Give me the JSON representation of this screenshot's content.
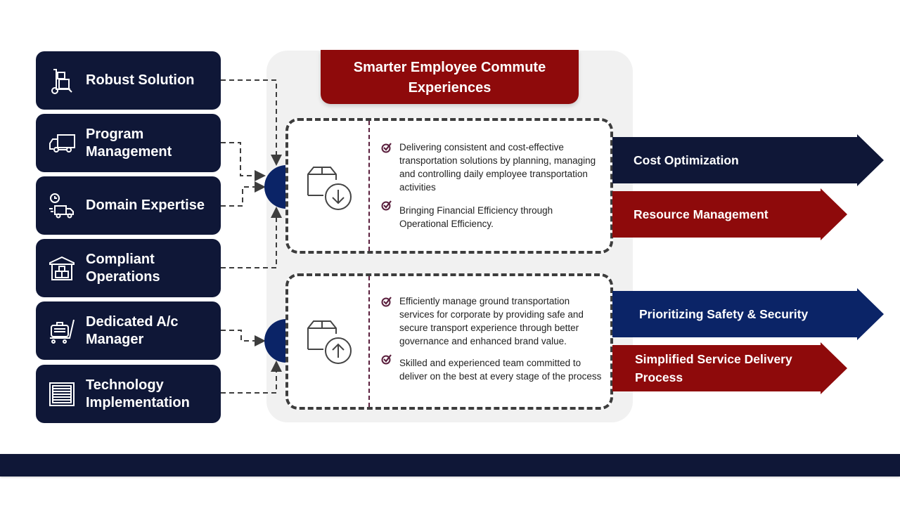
{
  "header": {
    "title": "Smarter Employee Commute Experiences"
  },
  "left_items": [
    {
      "label": "Robust Solution",
      "icon": "hand-truck-icon"
    },
    {
      "label": "Program\nManagement",
      "icon": "delivery-truck-icon"
    },
    {
      "label": "Domain Expertise",
      "icon": "fast-delivery-clock-icon"
    },
    {
      "label": "Compliant\nOperations",
      "icon": "warehouse-icon"
    },
    {
      "label": "Dedicated  A/c\nManager",
      "icon": "luggage-cart-icon"
    },
    {
      "label": "Technology\nImplementation",
      "icon": "crate-icon"
    }
  ],
  "cards": [
    {
      "icon": "box-download-icon",
      "bullets": [
        "Delivering consistent and cost-effective transportation  solutions by planning, managing and controlling  daily employee transportation  activities",
        "Bringing Financial Efficiency through Operational  Efficiency."
      ]
    },
    {
      "icon": "box-upload-icon",
      "bullets": [
        "Efficiently manage ground  transportation services for corporate  by providing  safe and secure transport  experience through  better governance and enhanced brand value.",
        "Skilled and experienced team  committed  to deliver on the  best at every  stage of the process"
      ]
    }
  ],
  "outcomes": [
    {
      "label": "Cost Optimization",
      "color": "#0f1737"
    },
    {
      "label": "Resource  Management",
      "color": "#8e0a0b"
    },
    {
      "label": "Prioritizing  Safety & Security",
      "color": "#0b2467"
    },
    {
      "label": "Simplified  Service  Delivery\nProcess",
      "color": "#8e0a0b"
    }
  ],
  "colors": {
    "navy": "#0f1737",
    "crimson": "#8e0a0b",
    "blue": "#0b2467",
    "panel": "#f1f1f1",
    "check": "#5a1f3d"
  }
}
